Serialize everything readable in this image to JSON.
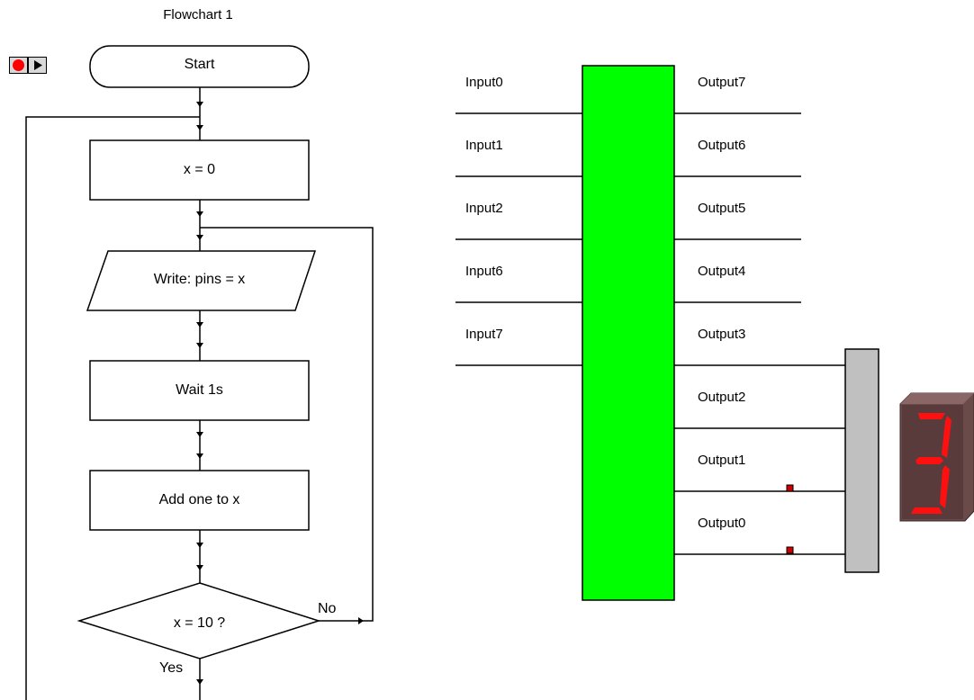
{
  "flowchart": {
    "title": "Flowchart 1",
    "controls": {
      "record_icon": "record-icon",
      "play_icon": "play-icon",
      "record_color": "#ff0000"
    },
    "nodes": {
      "start": "Start",
      "init": "x = 0",
      "write": "Write: pins = x",
      "wait": "Wait 1s",
      "add": "Add one to x",
      "decision": "x = 10 ?"
    },
    "edges": {
      "no": "No",
      "yes": "Yes"
    }
  },
  "chip": {
    "color": "#00ff00",
    "inputs": [
      "Input0",
      "Input1",
      "Input2",
      "Input6",
      "Input7"
    ],
    "outputs": [
      "Output7",
      "Output6",
      "Output5",
      "Output4",
      "Output3",
      "Output2",
      "Output1",
      "Output0"
    ]
  },
  "display": {
    "connector_color": "#c0c0c0",
    "digit": "3",
    "segment_color": "#ff1010",
    "indicator_color": "#cc0000"
  }
}
